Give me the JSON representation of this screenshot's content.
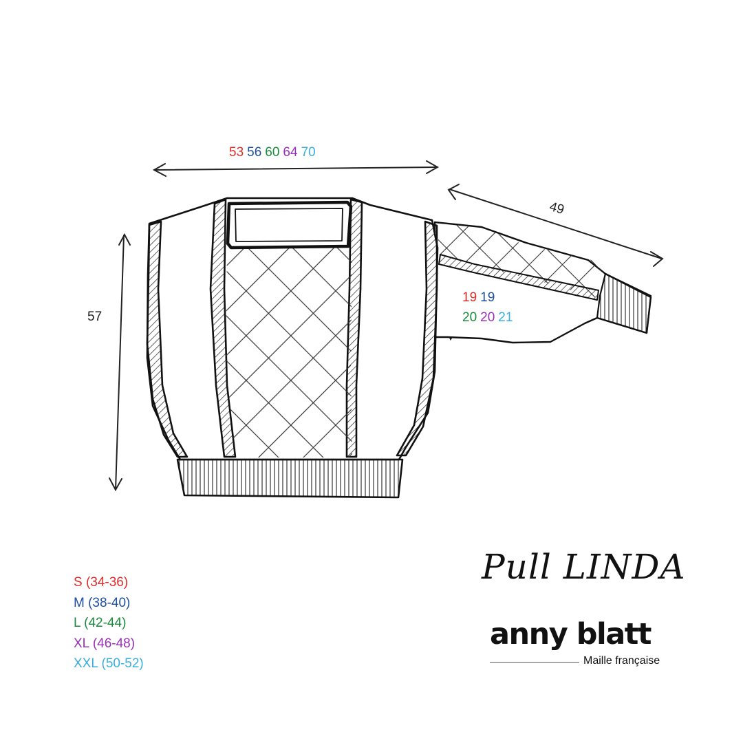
{
  "title": "Pull LINDA",
  "brand": {
    "name": "anny blatt",
    "tagline": "Maille française"
  },
  "measurements": {
    "width": [
      {
        "value": "53",
        "color": "#e02b2b"
      },
      {
        "value": "56",
        "color": "#1f4fa0"
      },
      {
        "value": "60",
        "color": "#1b8a3c"
      },
      {
        "value": "64",
        "color": "#9b2fb8"
      },
      {
        "value": "70",
        "color": "#3aaee0"
      }
    ],
    "length": "57",
    "sleeve_length": "49",
    "sleeve_depth": [
      {
        "value": "19",
        "color": "#e02b2b"
      },
      {
        "value": "19",
        "color": "#1f4fa0"
      },
      {
        "value": "20",
        "color": "#1b8a3c"
      },
      {
        "value": "20",
        "color": "#9b2fb8"
      },
      {
        "value": "21",
        "color": "#3aaee0"
      }
    ]
  },
  "sizes": [
    {
      "label": "S (34-36)",
      "color": "#e02b2b"
    },
    {
      "label": "M (38-40)",
      "color": "#1f4fa0"
    },
    {
      "label": "L (42-44)",
      "color": "#1b8a3c"
    },
    {
      "label": "XL (46-48)",
      "color": "#9b2fb8"
    },
    {
      "label": "XXL (50-52)",
      "color": "#3aaee0"
    }
  ]
}
